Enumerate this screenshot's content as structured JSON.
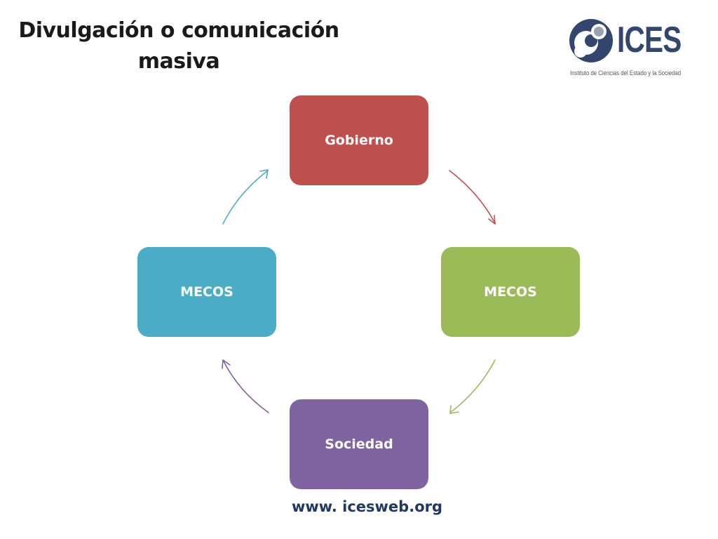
{
  "title": {
    "line1": "Divulgación o comunicación",
    "line2": "masiva"
  },
  "logo": {
    "name": "ICES",
    "subtitle": "Instituto de Ciencias del Estado y la Sociedad"
  },
  "cycle": {
    "nodes": [
      {
        "label": "Gobierno",
        "color": "#c0504d"
      },
      {
        "label": "MECOS",
        "color": "#9bbb59"
      },
      {
        "label": "Sociedad",
        "color": "#8064a2"
      },
      {
        "label": "MECOS",
        "color": "#4bacc6"
      }
    ]
  },
  "footer": {
    "website": "www. icesweb.org"
  }
}
